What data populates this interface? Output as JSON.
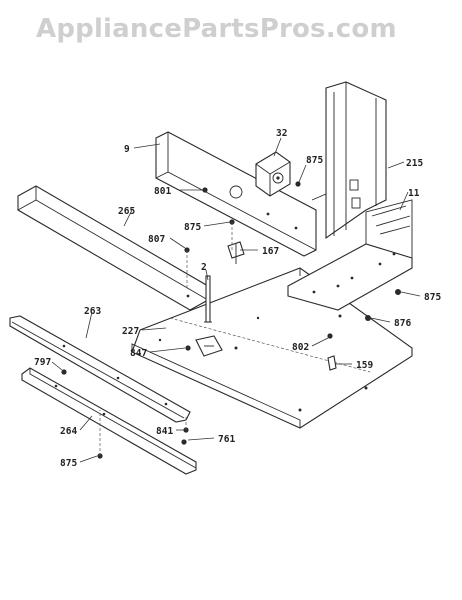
{
  "watermark": "AppliancePartsPros.com",
  "labels": {
    "l32": "32",
    "l9": "9",
    "l875a": "875",
    "l215": "215",
    "l801": "801",
    "l11": "11",
    "l265": "265",
    "l875b": "875",
    "l807": "807",
    "l167": "167",
    "l2": "2",
    "l875c": "875",
    "l263": "263",
    "l227": "227",
    "l876": "876",
    "l802": "802",
    "l847": "847",
    "l797": "797",
    "l159": "159",
    "l264": "264",
    "l841": "841",
    "l761": "761",
    "l875d": "875"
  },
  "colors": {
    "line": "#2a2a2a",
    "watermark": "#cfcfcf"
  }
}
